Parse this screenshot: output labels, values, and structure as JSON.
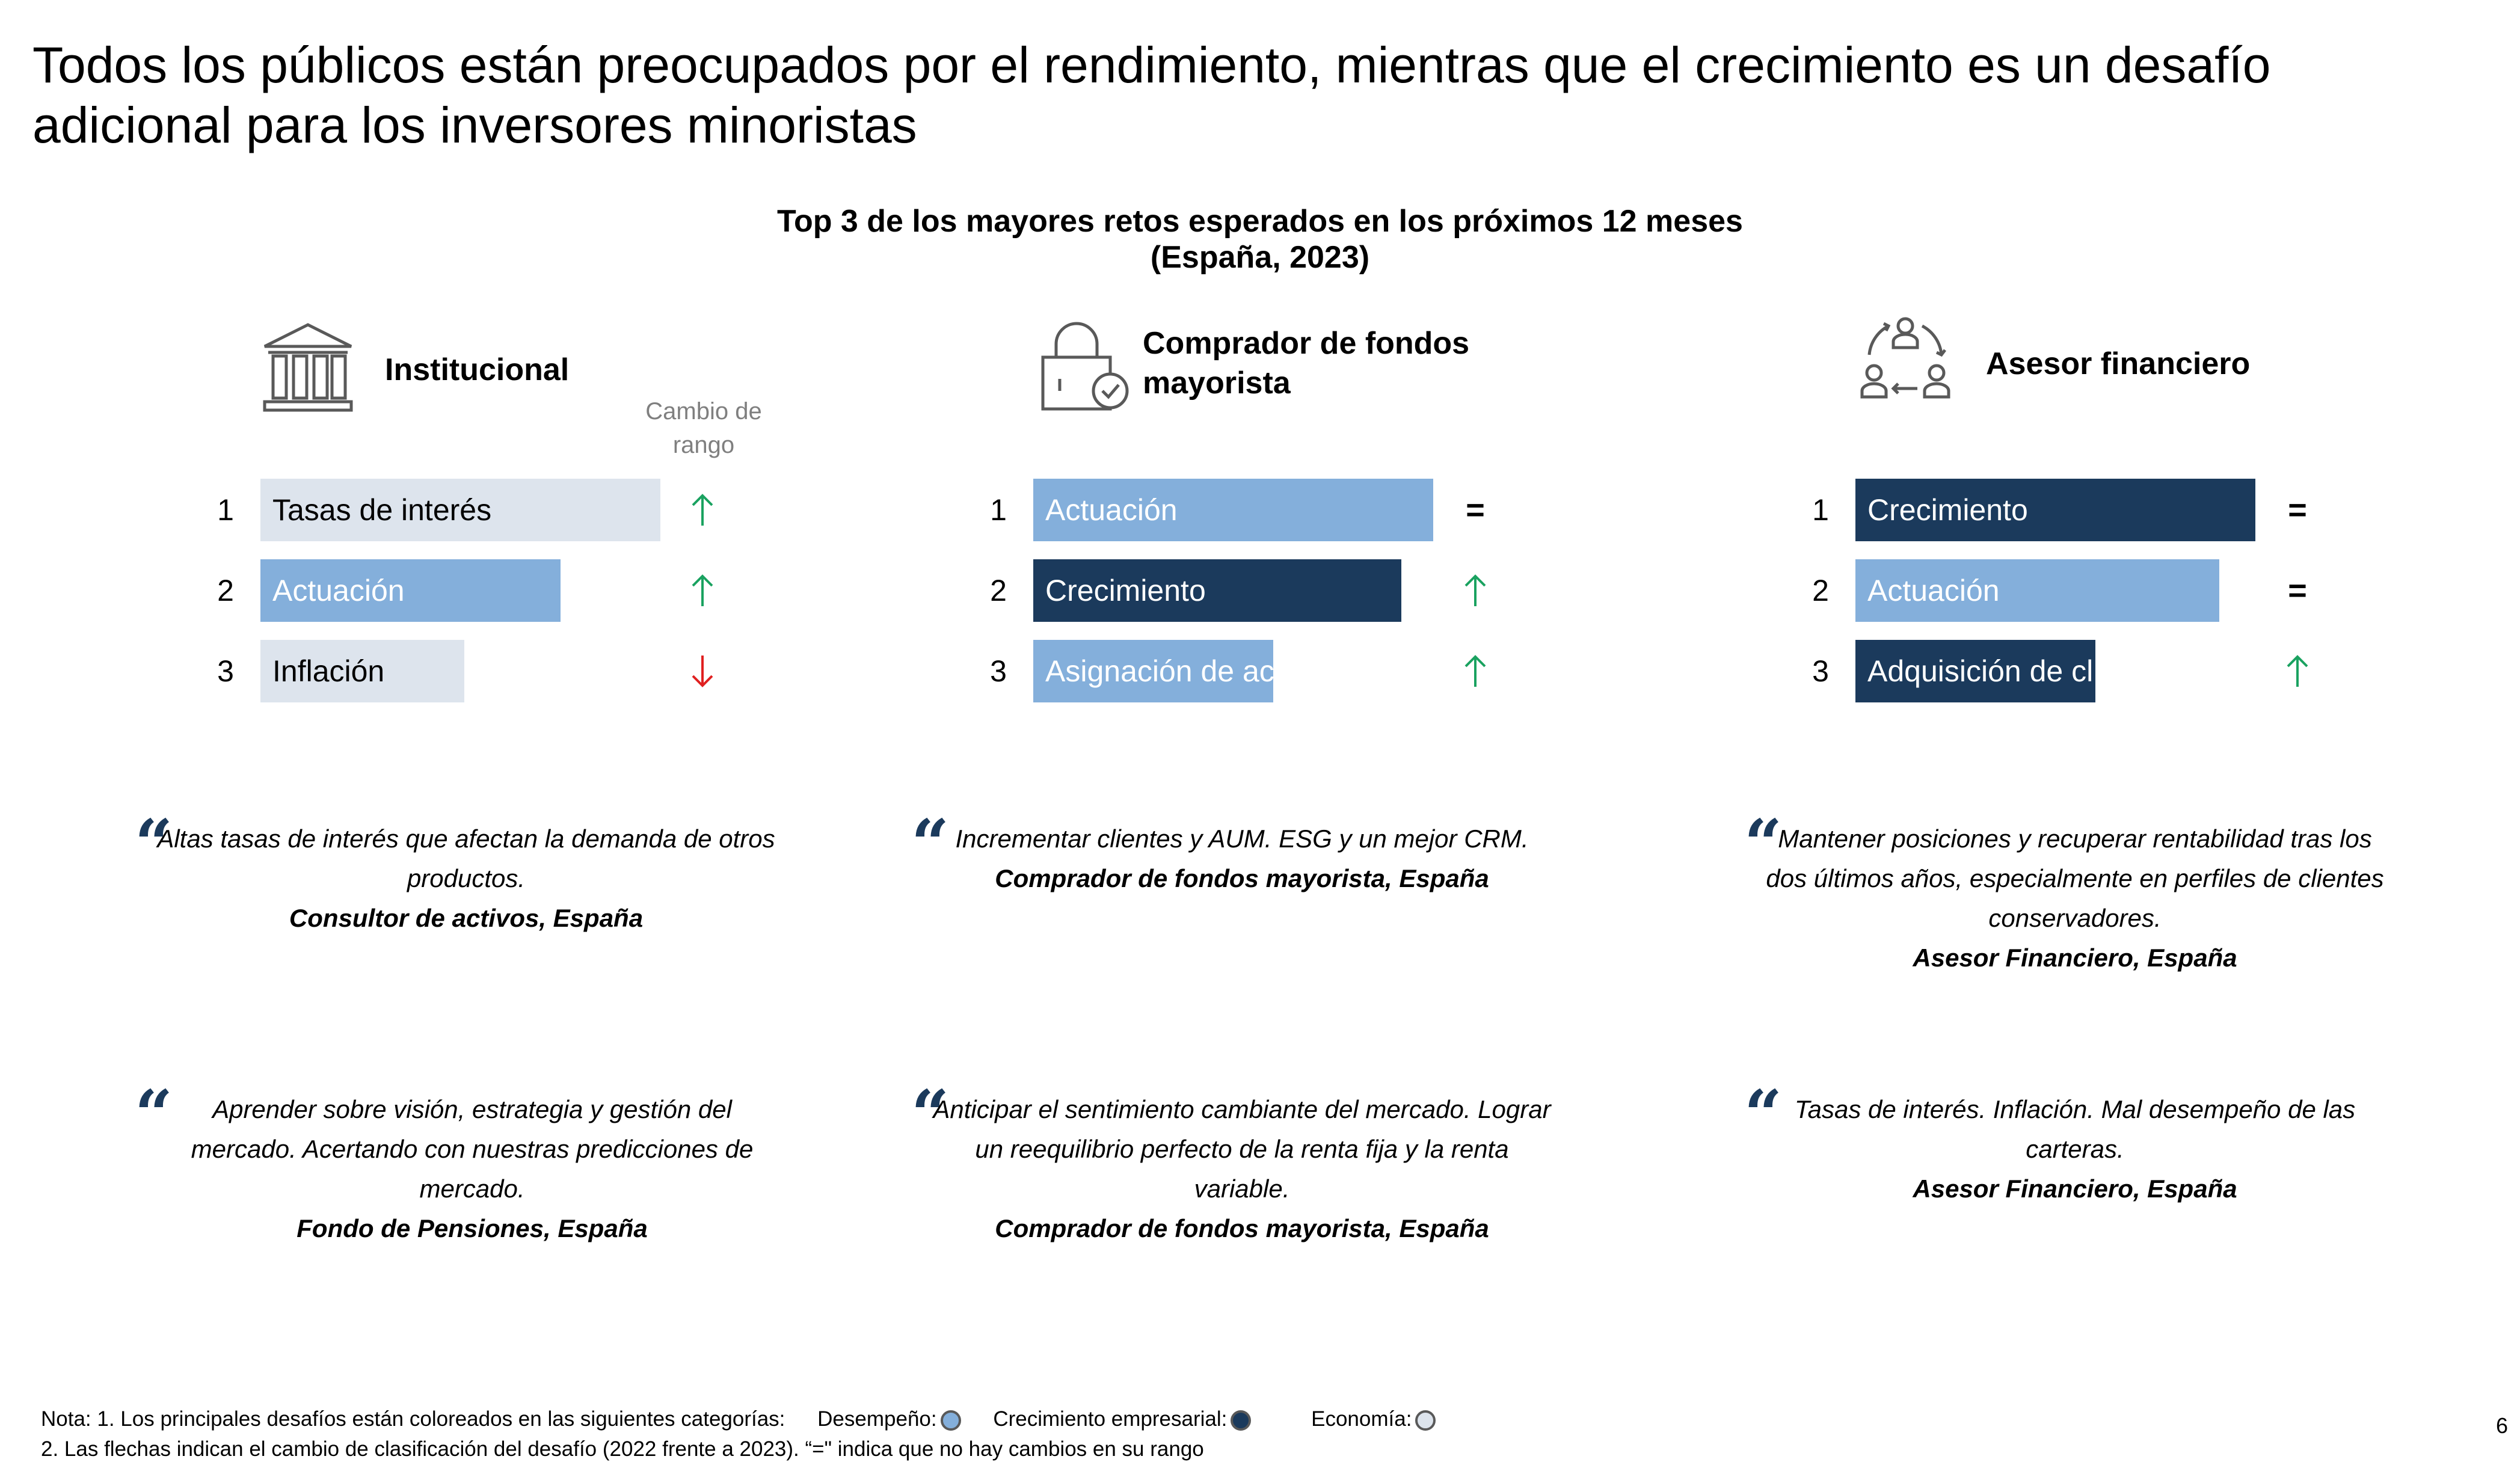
{
  "title": "Todos los públicos están preocupados por el rendimiento, mientras que el crecimiento es un desafío adicional para los inversores minoristas",
  "subtitle": {
    "line1": "Top 3 de los mayores retos esperados en los próximos 12 meses",
    "line2": "(España, 2023)"
  },
  "colors": {
    "desempeno": "#84afdb",
    "crecimiento": "#1b3a5c",
    "economia": "#dde4ed",
    "arrow_up": "#1aa260",
    "arrow_down": "#e02020",
    "quote_mark": "#1b3a5c"
  },
  "rank_change_header": "Cambio de rango",
  "chart_data": [
    {
      "type": "bar",
      "title": "Institucional",
      "icon": "bank-icon",
      "bars": [
        {
          "rank": "1",
          "label": "Tasas de interés",
          "category": "economia",
          "value": 1.0,
          "change": "up"
        },
        {
          "rank": "2",
          "label": "Actuación",
          "category": "desempeno",
          "value": 0.75,
          "change": "up"
        },
        {
          "rank": "3",
          "label": "Inflación",
          "category": "economia",
          "value": 0.51,
          "change": "down"
        }
      ]
    },
    {
      "type": "bar",
      "title": "Comprador de fondos mayorista",
      "icon": "lock-check-icon",
      "bars": [
        {
          "rank": "1",
          "label": "Actuación",
          "category": "desempeno",
          "value": 1.0,
          "change": "same"
        },
        {
          "rank": "2",
          "label": "Crecimiento",
          "category": "crecimiento",
          "value": 0.92,
          "change": "up"
        },
        {
          "rank": "3",
          "label": "Asignación de act",
          "category": "desempeno",
          "value": 0.6,
          "change": "up"
        }
      ]
    },
    {
      "type": "bar",
      "title": "Asesor financiero",
      "icon": "people-cycle-icon",
      "bars": [
        {
          "rank": "1",
          "label": "Crecimiento",
          "category": "crecimiento",
          "value": 1.0,
          "change": "same"
        },
        {
          "rank": "2",
          "label": "Actuación",
          "category": "desempeno",
          "value": 0.91,
          "change": "same"
        },
        {
          "rank": "3",
          "label": "Adquisición de cl",
          "category": "crecimiento",
          "value": 0.6,
          "change": "up"
        }
      ]
    }
  ],
  "quotes": [
    {
      "text": "Altas tasas de interés que afectan la demanda de otros productos.",
      "source": "Consultor de activos, España"
    },
    {
      "text": "Incrementar clientes y AUM. ESG y un mejor CRM.",
      "source": "Comprador de fondos mayorista, España"
    },
    {
      "text": "Mantener posiciones y recuperar rentabilidad tras los dos últimos años, especialmente en perfiles de clientes conservadores.",
      "source": "Asesor Financiero, España"
    },
    {
      "text": "Aprender sobre visión, estrategia y gestión del mercado. Acertando con nuestras predicciones de mercado.",
      "source": "Fondo de Pensiones, España"
    },
    {
      "text": "Anticipar el sentimiento cambiante del mercado. Lograr un reequilibrio perfecto de la renta fija y la renta variable.",
      "source": "Comprador de fondos mayorista, España"
    },
    {
      "text": "Tasas de interés. Inflación. Mal desempeño de las carteras.",
      "source": "Asesor Financiero, España"
    }
  ],
  "note": {
    "line1": "Nota: 1. Los principales desafíos están coloreados en las siguientes categorías:",
    "legend": [
      {
        "label": "Desempeño:",
        "category": "desempeno"
      },
      {
        "label": "Crecimiento empresarial:",
        "category": "crecimiento"
      },
      {
        "label": "Economía:",
        "category": "economia"
      }
    ],
    "line2": "2. Las flechas indican el cambio de clasificación del desafío (2022 frente a 2023). “=\" indica que no hay cambios en su rango"
  },
  "page_number": "6"
}
